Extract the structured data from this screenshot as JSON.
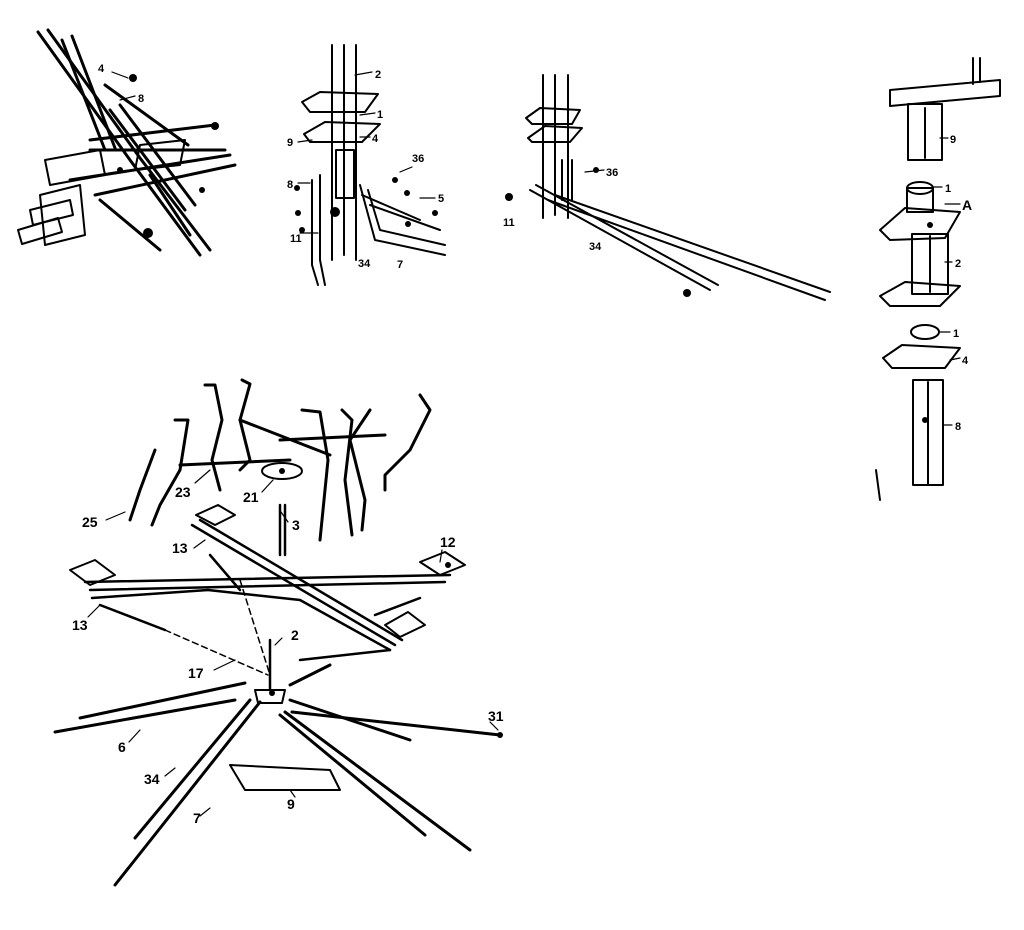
{
  "detail_a": {
    "labels": [
      "4",
      "8"
    ]
  },
  "detail_b": {
    "labels": [
      "2",
      "1",
      "4",
      "9",
      "8",
      "11",
      "34",
      "7",
      "36",
      "5"
    ]
  },
  "detail_c": {
    "labels": [
      "36",
      "11",
      "34"
    ]
  },
  "detail_d": {
    "labels": [
      "9",
      "1",
      "A",
      "2",
      "1",
      "4",
      "8"
    ]
  },
  "main_assembly": {
    "labels": [
      "25",
      "23",
      "21",
      "3",
      "13",
      "12",
      "13",
      "2",
      "17",
      "6",
      "34",
      "7",
      "9",
      "31"
    ]
  }
}
